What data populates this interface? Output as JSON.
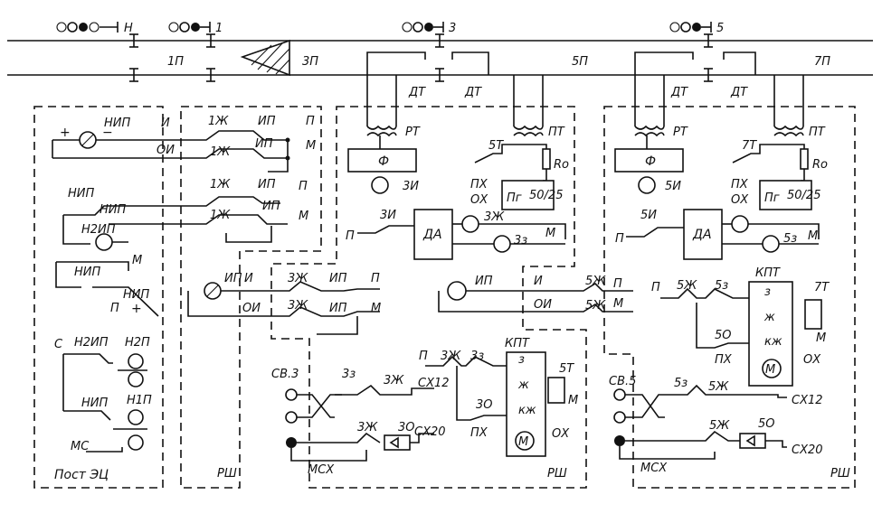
{
  "signals": {
    "s1": "Н",
    "s2": "1",
    "s3": "3",
    "s4": "5"
  },
  "track": {
    "t1": "1П",
    "t2": "3П",
    "t3": "5П",
    "t4": "7П",
    "dt": "ДТ"
  },
  "left_panel": {
    "nip": "НИП",
    "i": "И",
    "oi": "ОИ",
    "h2ip": "Н2ИП",
    "m": "М",
    "p": "П",
    "c": "С",
    "h2p": "Н2П",
    "h1p": "Н1П",
    "mc": "МС",
    "footer": "Пост ЭЦ"
  },
  "middle_left": {
    "zh1": "1Ж",
    "ip": "ИП",
    "p": "П",
    "m": "М",
    "rsh": "РШ",
    "i": "И",
    "oi": "ОИ",
    "zh3": "3Ж"
  },
  "block3": {
    "rt": "РТ",
    "pt": "ПТ",
    "f": "Ф",
    "zi": "3И",
    "t5": "5Т",
    "ro": "Rо",
    "px": "ПХ",
    "ox": "ОХ",
    "pg": "Пг",
    "frac": "50/25",
    "da": "ДА",
    "zh": "3Ж",
    "z3": "3з",
    "m": "М",
    "p": "П"
  },
  "block3_bottom": {
    "sv": "СВ.3",
    "z3": "3з",
    "zh3": "3Ж",
    "cx12": "СХ12",
    "cx20": "СХ20",
    "o30": "3О",
    "msx": "МСХ",
    "kpt": "КПТ",
    "z": "з",
    "zh": "ж",
    "kzh": "кж",
    "t5": "5Т",
    "px": "ПХ",
    "ox": "ОХ",
    "m": "М",
    "rsh": "РШ",
    "p": "П"
  },
  "block5": {
    "rt": "РТ",
    "pt": "ПТ",
    "f": "Ф",
    "zi": "5И",
    "t7": "7Т",
    "ro": "Rо",
    "px": "ПХ",
    "ox": "ОХ",
    "pg": "Пг",
    "frac": "50/25",
    "da": "ДА",
    "z5": "5з",
    "m": "М",
    "p": "П",
    "ip": "ИП",
    "i": "И",
    "oi": "ОИ",
    "zh5": "5Ж"
  },
  "block5_bottom": {
    "kpt": "КПТ",
    "zh5": "5Ж",
    "z5": "5з",
    "z": "з",
    "zh": "ж",
    "kzh": "кж",
    "o50": "5О",
    "px": "ПХ",
    "ox": "ОХ",
    "t7": "7Т",
    "m": "М",
    "sv": "СВ.5",
    "cx12": "СХ12",
    "cx20": "СХ20",
    "msx": "МСХ",
    "rsh": "РШ",
    "p": "П"
  }
}
